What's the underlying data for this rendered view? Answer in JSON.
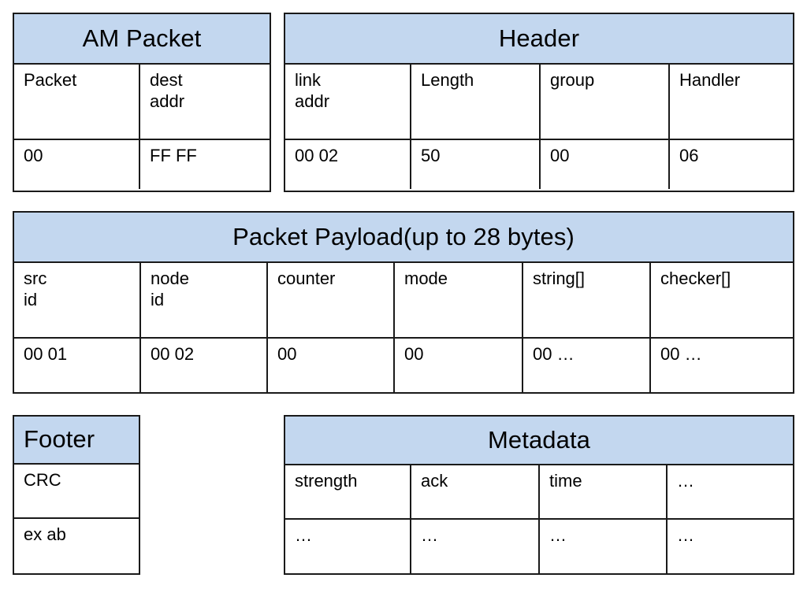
{
  "diagram": {
    "accent_header_fill": "#c3d7ef",
    "border_color": "#1a1a1a",
    "background": "#ffffff"
  },
  "am_packet": {
    "title": "AM Packet",
    "labels": [
      "Packet",
      "dest\naddr"
    ],
    "values": [
      "00",
      "FF FF"
    ]
  },
  "header": {
    "title": "Header",
    "labels": [
      "link\naddr",
      "Length",
      "group",
      "Handler"
    ],
    "values": [
      "00 02",
      "50",
      "00",
      "06"
    ]
  },
  "payload": {
    "title": "Packet Payload(up to 28 bytes)",
    "labels": [
      "src\nid",
      "node\nid",
      "counter",
      "mode",
      "string[]",
      "checker[]"
    ],
    "values": [
      "00 01",
      "00 02",
      "00",
      "00",
      "00 …",
      "00 …"
    ]
  },
  "footer": {
    "title": "Footer",
    "rows": [
      "CRC",
      "ex ab"
    ]
  },
  "metadata": {
    "title": "Metadata",
    "labels": [
      "strength",
      "ack",
      "time",
      "…"
    ],
    "values": [
      "…",
      "…",
      "…",
      "…"
    ]
  }
}
